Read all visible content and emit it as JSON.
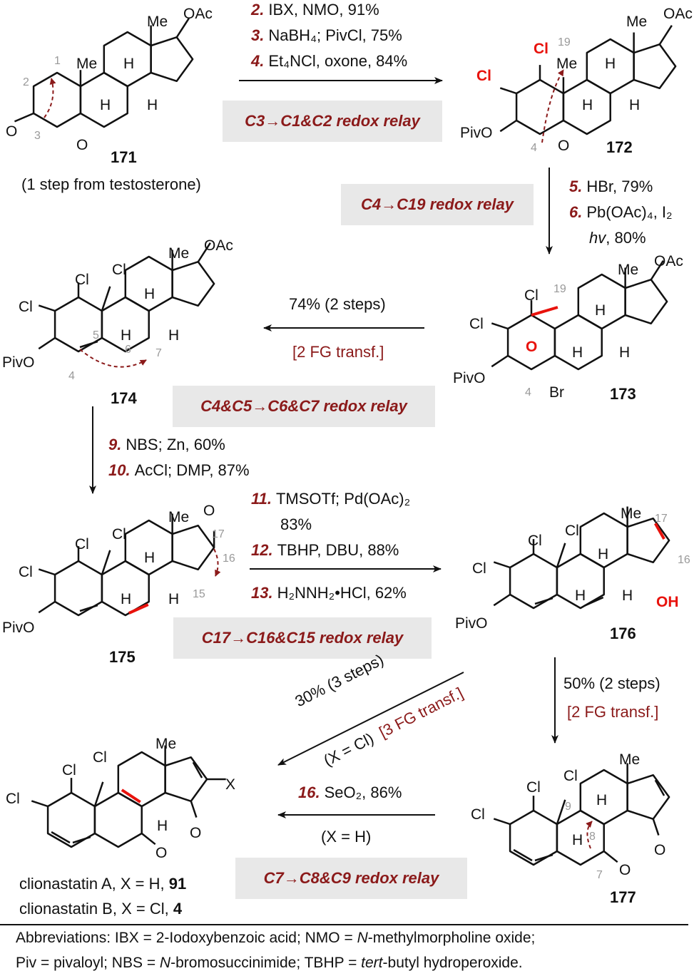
{
  "arrow1": {
    "steps": [
      {
        "n": "2.",
        "text": "IBX, NMO, 91%"
      },
      {
        "n": "3.",
        "text": "NaBH₄; PivCl, 75%"
      },
      {
        "n": "4.",
        "text": "Et₄NCl, oxone, 84%"
      }
    ],
    "relay": "C3→C1&C2 redox relay"
  },
  "arrow2": {
    "steps": [
      {
        "n": "5.",
        "text": "HBr, 79%"
      },
      {
        "n": "6.",
        "text": "Pb(OAc)₄, I₂"
      }
    ],
    "hv": "hv",
    "hv_yield": ", 80%",
    "relay": "C4→C19 redox relay"
  },
  "arrow3": {
    "yield": "74% (2 steps)",
    "note": "[2 FG transf.]"
  },
  "arrow4": {
    "steps": [
      {
        "n": "9.",
        "text": "NBS; Zn, 60%"
      },
      {
        "n": "10.",
        "text": "AcCl; DMP, 87%"
      }
    ],
    "relay": "C4&C5→C6&C7 redox relay"
  },
  "arrow5": {
    "steps": [
      {
        "n": "11.",
        "text": "TMSOTf; Pd(OAc)₂"
      },
      {
        "n": "",
        "text": "83%"
      },
      {
        "n": "12.",
        "text": "TBHP, DBU, 88%"
      },
      {
        "n": "13.",
        "text": "H₂NNH₂•HCl, 62%"
      }
    ],
    "relay": "C17→C16&C15 redox relay"
  },
  "arrow6": {
    "yield": "50% (2 steps)",
    "note": "[2 FG transf.]"
  },
  "arrow7": {
    "yield": "30% (3 steps)",
    "cond": "(X = Cl)",
    "note": "[3 FG transf.]"
  },
  "arrow8": {
    "steps": [
      {
        "n": "16.",
        "text": "SeO₂, 86%"
      }
    ],
    "cond": "(X = H)",
    "relay": "C7→C8&C9 redox relay"
  },
  "compounds": {
    "c171": {
      "id": "171",
      "note": "(1 step from testosterone)",
      "atoms": {
        "me": "Me",
        "me10": "Me",
        "oac": "OAc",
        "h8": "H",
        "h9": "H",
        "h14": "H",
        "o": "O",
        "oep": "O",
        "n1": "1",
        "n2": "2",
        "n3": "3"
      }
    },
    "c172": {
      "id": "172",
      "atoms": {
        "me": "Me",
        "me10": "Me",
        "oac": "OAc",
        "h8": "H",
        "h9": "H",
        "h14": "H",
        "cl1": "Cl",
        "cl2": "Cl",
        "pivo": "PivO",
        "oep": "O",
        "n19": "19",
        "n4": "4"
      }
    },
    "c173": {
      "id": "173",
      "atoms": {
        "me": "Me",
        "oac": "OAc",
        "h8": "H",
        "h9": "H",
        "h14": "H",
        "cl1": "Cl",
        "cl2": "Cl",
        "pivo": "PivO",
        "o": "O",
        "br": "Br",
        "n19": "19",
        "n4": "4"
      }
    },
    "c174": {
      "id": "174",
      "atoms": {
        "me": "Me",
        "oac": "OAc",
        "h8": "H",
        "h9": "H",
        "h14": "H",
        "cl1": "Cl",
        "cl2": "Cl",
        "cl19": "Cl",
        "pivo": "PivO",
        "n4": "4",
        "n5": "5",
        "n6": "6",
        "n7": "7"
      }
    },
    "c175": {
      "id": "175",
      "atoms": {
        "me": "Me",
        "o": "O",
        "h8": "H",
        "h9": "H",
        "h14": "H",
        "cl1": "Cl",
        "cl2": "Cl",
        "cl19": "Cl",
        "pivo": "PivO",
        "n15": "15",
        "n16": "16",
        "n17": "17"
      }
    },
    "c176": {
      "id": "176",
      "atoms": {
        "me": "Me",
        "oh": "OH",
        "h8": "H",
        "h9": "H",
        "h14": "H",
        "cl1": "Cl",
        "cl2": "Cl",
        "cl19": "Cl",
        "pivo": "PivO",
        "n16": "16",
        "n17": "17"
      }
    },
    "c177": {
      "id": "177",
      "atoms": {
        "me": "Me",
        "o17": "O",
        "o7": "O",
        "h8": "H",
        "h14": "H",
        "cl1": "Cl",
        "cl2": "Cl",
        "cl19": "Cl",
        "n7": "7",
        "n8": "8",
        "n9": "9"
      }
    },
    "clion": {
      "atoms": {
        "me": "Me",
        "x": "X",
        "o15": "O",
        "o7": "O",
        "h14": "H",
        "cl1": "Cl",
        "cl2": "Cl",
        "cl19": "Cl"
      },
      "lineA": "clionastatin A, X = H, ",
      "idA": "91",
      "lineB": "clionastatin B, X = Cl, ",
      "idB": "4"
    }
  },
  "footer": {
    "l1a": "Abbreviations: IBX = 2-Iodoxybenzoic acid; NMO = ",
    "l1b": "N",
    "l1c": "-methylmorpholine oxide;",
    "l2a": "Piv = pivaloyl; NBS = ",
    "l2b": "N",
    "l2c": "-bromosuccinimide; TBHP = ",
    "l2d": "tert",
    "l2e": "-butyl hydroperoxide."
  }
}
